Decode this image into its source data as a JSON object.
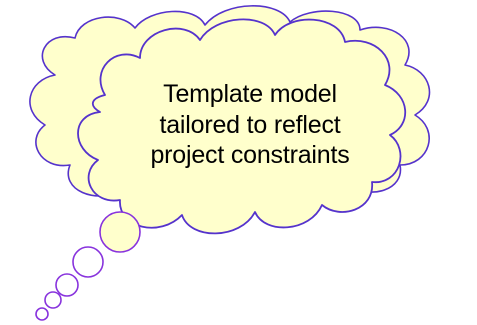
{
  "callout": {
    "lines": [
      "Template model",
      "tailored to reflect",
      "project constraints"
    ],
    "text_color": "#000000",
    "fill_color": "#FFFFCC",
    "outline_color": "#5533CC",
    "trail_color": "#8833DD"
  }
}
